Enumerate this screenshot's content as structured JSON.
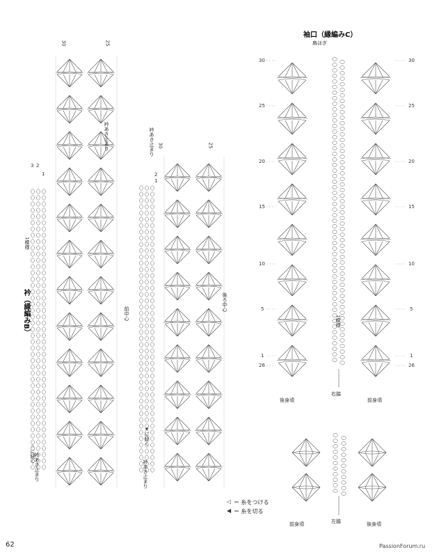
{
  "collar": {
    "title": "衿（縁編みB）",
    "front_center": "前中心",
    "back_center": "後ろ中心",
    "opening_end": "衿あき止まり",
    "repeat_label": "1模様",
    "join_star_outline": "☆に続く",
    "join_star_filled": "★に続く",
    "row_labels": [
      "30",
      "25",
      "3",
      "2",
      "1"
    ]
  },
  "cuff": {
    "title": "袖口（縁編みC）",
    "shoulder_join": "肩はぎ",
    "repeat_label": "1模様",
    "back_body": "後身頃",
    "front_body": "前身頃",
    "right_side": "右脇",
    "left_side": "左脇",
    "row_labels": [
      "30",
      "25",
      "20",
      "15",
      "10",
      "5",
      "1",
      "26"
    ]
  },
  "legend": {
    "attach": "＝ 糸をつける",
    "cut": "＝ 糸を切る"
  },
  "page_number": "62",
  "watermark": "PassionForum.ru"
}
